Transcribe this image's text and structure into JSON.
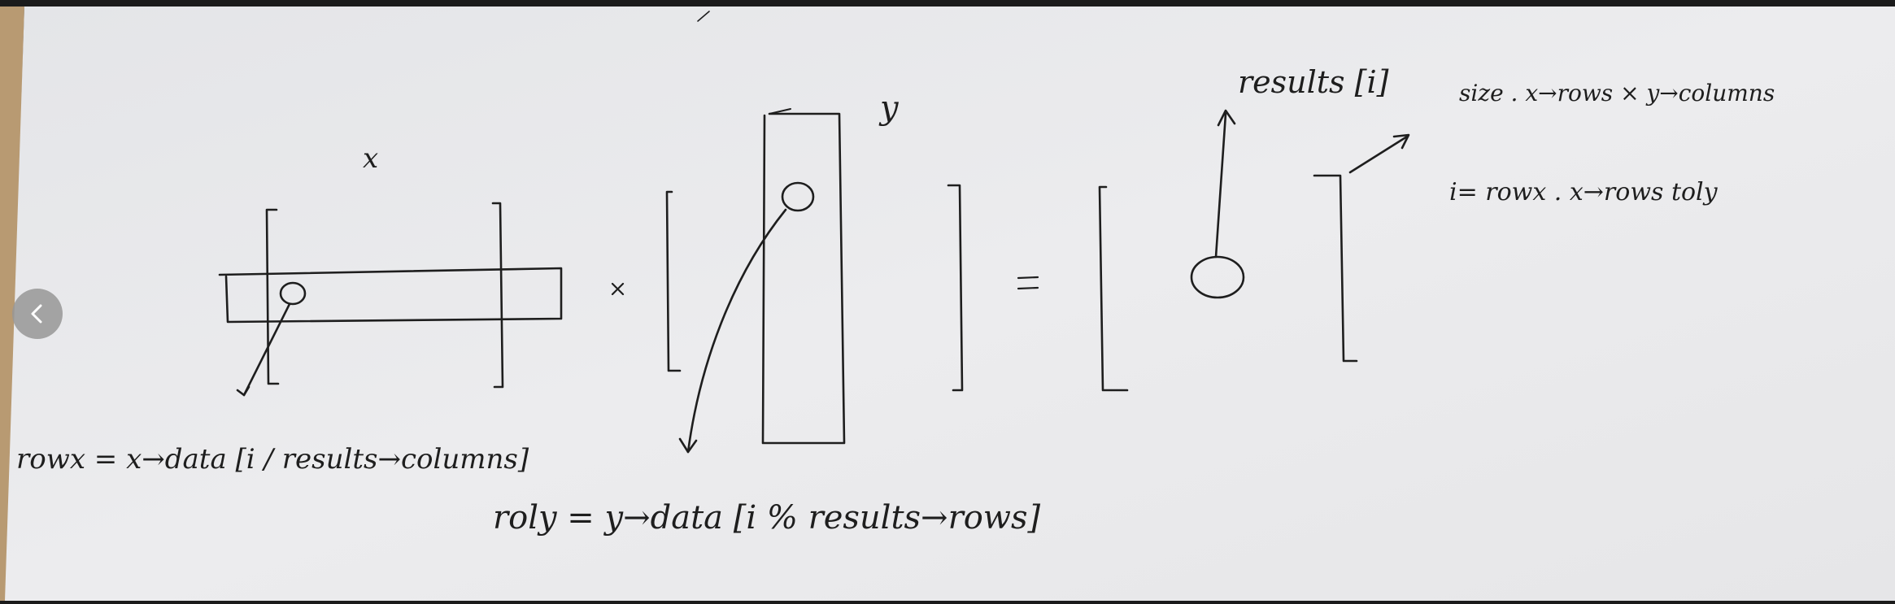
{
  "viewer": {
    "prev_button": {
      "label": "<",
      "icon": "chevron-left-icon"
    }
  },
  "sketch": {
    "label_x": "x",
    "label_y": "y",
    "times_sign": "x",
    "equals_sign": "=",
    "results_label": "results [i]",
    "size_note": "size . x→rows × y→columns",
    "index_note": "i= rowx . x→rows toly",
    "rowx_formula": "rowx = x→data [i / results→columns]",
    "roly_formula": "roly = y→data [i % results→rows]"
  },
  "colors": {
    "paper": "#e9eaec",
    "ink": "#1e1e1e",
    "frame": "#1b1b1b",
    "wood": "#b89a72"
  }
}
